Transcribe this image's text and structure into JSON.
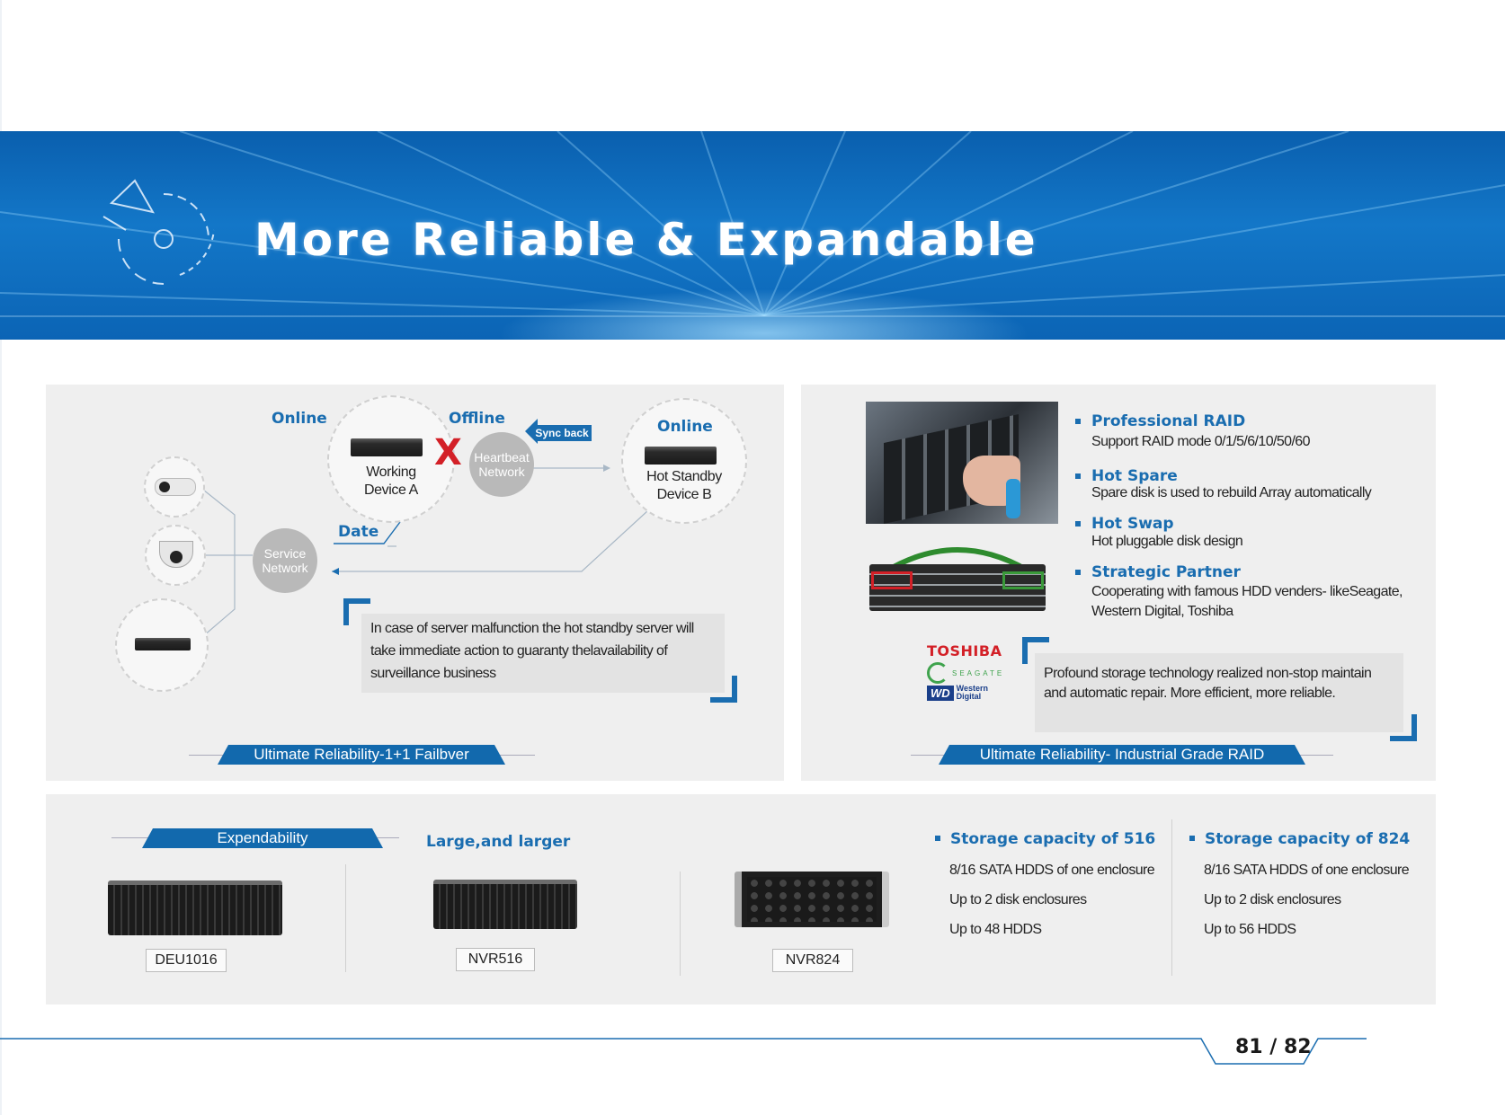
{
  "header": {
    "title": "More Reliable & Expandable"
  },
  "failover": {
    "online_label": "Online",
    "offline_label": "Offline",
    "online_label_b": "Online",
    "sync_back": "Sync back",
    "heartbeat": "Heartbeat Network",
    "service": "Service Network",
    "device_a": "Working Device A",
    "device_b": "Hot Standby Device B",
    "date_label": "Date",
    "x_mark": "X",
    "callout": "In case of server malfunction the hot standby server will take immediate action to guaranty thelavailability of surveillance business",
    "ribbon": "Ultimate Reliability-1+1 Failbver"
  },
  "raid": {
    "items": [
      {
        "title": "Professional RAID",
        "desc": "Support RAID mode 0/1/5/6/10/50/60"
      },
      {
        "title": "Hot Spare",
        "desc": "Spare disk is used to rebuild  Array automatically"
      },
      {
        "title": "Hot Swap",
        "desc": "Hot  pluggable disk design"
      },
      {
        "title": "Strategic Partner",
        "desc": "Cooperating with famous HDD venders- likeSeagate,",
        "desc2": "Western Digital, Toshiba"
      }
    ],
    "logos": {
      "toshiba": "TOSHIBA",
      "seagate": "SEAGATE",
      "wd_short": "WD",
      "wd_full": "Western Digital"
    },
    "callout": "Profound storage technology realized non-stop maintain and automatic repair. More efficient, more reliable.",
    "ribbon": "Ultimate Reliability- Industrial Grade RAID"
  },
  "expand": {
    "ribbon": "Expendability",
    "heading": "Large,and larger",
    "models": [
      "DEU1016",
      "NVR516",
      "NVR824"
    ],
    "specs": [
      {
        "title": "Storage capacity of 516",
        "lines": [
          "8/16 SATA HDDS of one enclosure",
          "Up to 2 disk enclosures",
          "Up to 48 HDDS"
        ]
      },
      {
        "title": "Storage capacity of 824",
        "lines": [
          "8/16 SATA HDDS of one enclosure",
          "Up to 2 disk enclosures",
          "Up to 56 HDDS"
        ]
      }
    ]
  },
  "footer": {
    "page": "81 / 82"
  }
}
